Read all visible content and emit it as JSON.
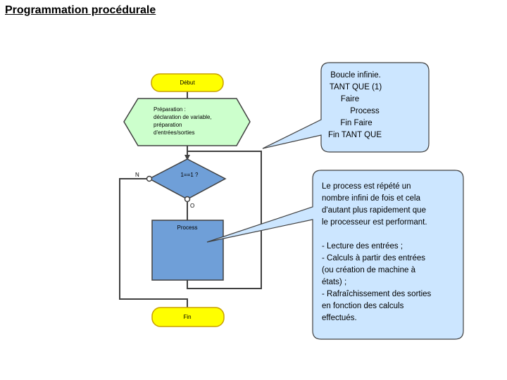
{
  "title": "Programmation procédurale",
  "flowchart": {
    "start": "Début",
    "preparation": [
      "Préparation :",
      "déclaration de variable,",
      "préparation",
      "d'entrées/sorties"
    ],
    "condition": "1==1 ?",
    "no_label": "N",
    "yes_label": "O",
    "process": "Process",
    "end": "Fin"
  },
  "callouts": {
    "loop": [
      "Boucle infinie.",
      "TANT QUE (1)",
      "Faire",
      "Process",
      "Fin Faire",
      "Fin TANT QUE"
    ],
    "description": [
      "Le process est répété un",
      "nombre infini de fois et cela",
      "d'autant plus rapidement que",
      "le processeur est performant.",
      "",
      "- Lecture des entrées ;",
      "- Calculs à partir des entrées",
      "(ou création de machine à",
      "états) ;",
      "- Rafraîchissement des sorties",
      "en fonction des calculs",
      "effectués."
    ]
  },
  "colors": {
    "terminal_fill": "#ffff00",
    "terminal_stroke": "#c8a000",
    "preparation_fill": "#ccffcc",
    "decision_fill": "#6f9fd8",
    "process_fill": "#6f9fd8",
    "callout_fill": "#cce6ff",
    "line": "#404040"
  }
}
